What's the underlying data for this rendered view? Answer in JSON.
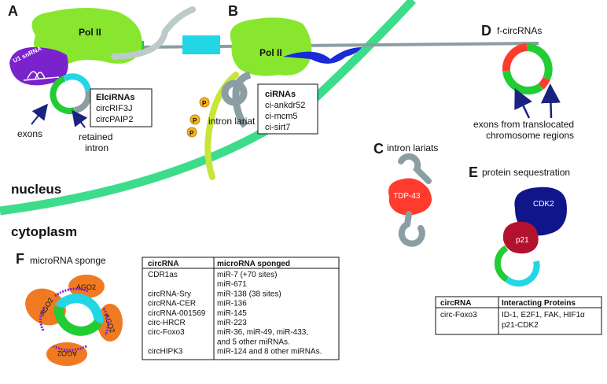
{
  "panels": {
    "A": "A",
    "B": "B",
    "C": "C",
    "D": "D",
    "E": "E",
    "F": "F"
  },
  "regions": {
    "nucleus": "nucleus",
    "cytoplasm": "cytoplasm"
  },
  "panel_a": {
    "pol2": "Pol II",
    "u1": "U1 snRNA",
    "exons": "exons",
    "retained_intron_1": "retained",
    "retained_intron_2": "intron",
    "box_title": "ElciRNAs",
    "box_items": [
      "circRIF3J",
      "circPAIP2"
    ]
  },
  "panel_b": {
    "pol2": "Pol II",
    "phospho": [
      "P",
      "P",
      "P"
    ],
    "intron_lariat": "intron lariat",
    "box_title": "ciRNAs",
    "box_items": [
      "ci-ankdr52",
      "ci-mcm5",
      "ci-sirt7"
    ]
  },
  "panel_c": {
    "title": "intron lariats",
    "protein": "TDP-43"
  },
  "panel_d": {
    "title": "f-circRNAs",
    "caption_1": "exons from translocated",
    "caption_2": "chromosome regions"
  },
  "panel_e": {
    "title": "protein sequestration",
    "cdk2": "CDK2",
    "p21": "p21",
    "table": {
      "headers": [
        "circRNA",
        "Interacting Proteins"
      ],
      "rows": [
        [
          "circ-Foxo3",
          "ID-1, E2F1, FAK, HIF1α"
        ],
        [
          "",
          "p21-CDK2"
        ]
      ]
    }
  },
  "panel_f": {
    "title": "microRNA sponge",
    "ago": [
      "AGO2",
      "AGO2",
      "AGO2",
      "AGO2"
    ],
    "table": {
      "headers": [
        "circRNA",
        "microRNA sponged"
      ],
      "rows": [
        [
          "CDR1as",
          "miR-7 (+70 sites)"
        ],
        [
          "",
          "miR-671"
        ],
        [
          "circRNA-Sry",
          "miR-138 (38 sites)"
        ],
        [
          "circRNA-CER",
          "miR-136"
        ],
        [
          "circRNA-001569",
          "miR-145"
        ],
        [
          "circ-HRCR",
          "miR-223"
        ],
        [
          "circ-Foxo3",
          "miR-36, miR-49, miR-433,"
        ],
        [
          "",
          "and 5 other miRNAs."
        ],
        [
          "circHIPK3",
          "miR-124 and 8 other miRNAs."
        ]
      ]
    }
  },
  "colors": {
    "membrane": "#3ddc8a",
    "pol2": "#88e62e",
    "exon_green": "#22cc33",
    "exon_cyan": "#22d6e6",
    "intron_gray": "#8a9ea3",
    "u1_purple": "#7a22cc",
    "tdp43": "#ff3b2e",
    "cdk2": "#11158a",
    "p21": "#b3122e",
    "ago2": "#f07a22",
    "arrow": "#1a237e",
    "strand_blue": "#1a2ad6",
    "phospho": "#f2b51e"
  }
}
